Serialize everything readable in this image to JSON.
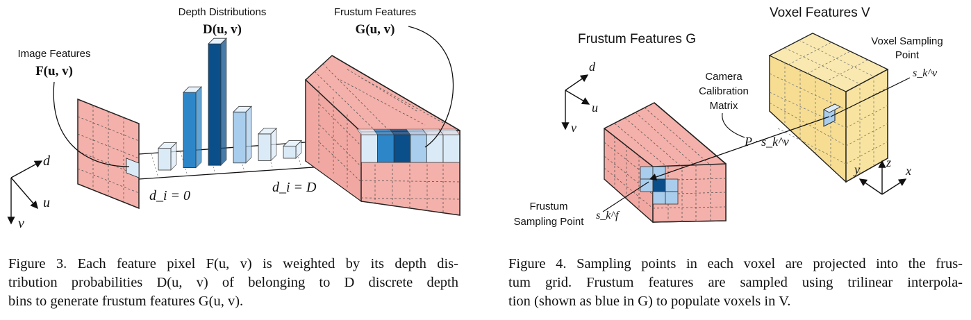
{
  "figure3": {
    "labels": {
      "image_features_title": "Image Features",
      "image_features_sym": "F(u, v)",
      "depth_dist_title": "Depth Distributions",
      "depth_dist_sym": "D(u, v)",
      "frustum_features_title": "Frustum Features",
      "frustum_features_sym": "G(u, v)",
      "axis_d": "d",
      "axis_u": "u",
      "axis_v": "v",
      "di_zero": "d_i = 0",
      "di_D": "d_i = D"
    },
    "depth_bins": [
      0.18,
      0.62,
      1.0,
      0.42,
      0.22,
      0.1
    ],
    "caption_lines": [
      "Figure 3. Each feature pixel F(u, v) is weighted by its depth dis-",
      "tribution probabilities D(u, v) of belonging to D discrete depth",
      "bins to generate frustum features G(u, v)."
    ]
  },
  "figure4": {
    "labels": {
      "frustum_features": "Frustum Features G",
      "voxel_features": "Voxel Features V",
      "voxel_sampling_point_1": "Voxel Sampling",
      "voxel_sampling_point_2": "Point",
      "svk": "s_k^v",
      "camera_calib_1": "Camera",
      "camera_calib_2": "Calibration",
      "camera_calib_3": "Matrix",
      "projection": "P · s_k^v",
      "frustum_sampling_1": "Frustum",
      "frustum_sampling_2": "Sampling Point",
      "sfk": "s_k^f",
      "axis_d": "d",
      "axis_u": "u",
      "axis_v": "v",
      "axis_x": "x",
      "axis_y": "y",
      "axis_z": "z"
    },
    "caption_lines": [
      "Figure 4. Sampling points in each voxel are projected into the frus-",
      "tum grid. Frustum features are sampled using trilinear interpola-",
      "tion (shown as blue in G) to populate voxels in V."
    ]
  },
  "colors": {
    "pink": "#f4b0aa",
    "yellow": "#f8e4a0",
    "blue_dark": "#0b4f8a",
    "blue_mid": "#2d86c8",
    "blue_light": "#a9cdec",
    "blue_pale": "#dbeaf7"
  }
}
